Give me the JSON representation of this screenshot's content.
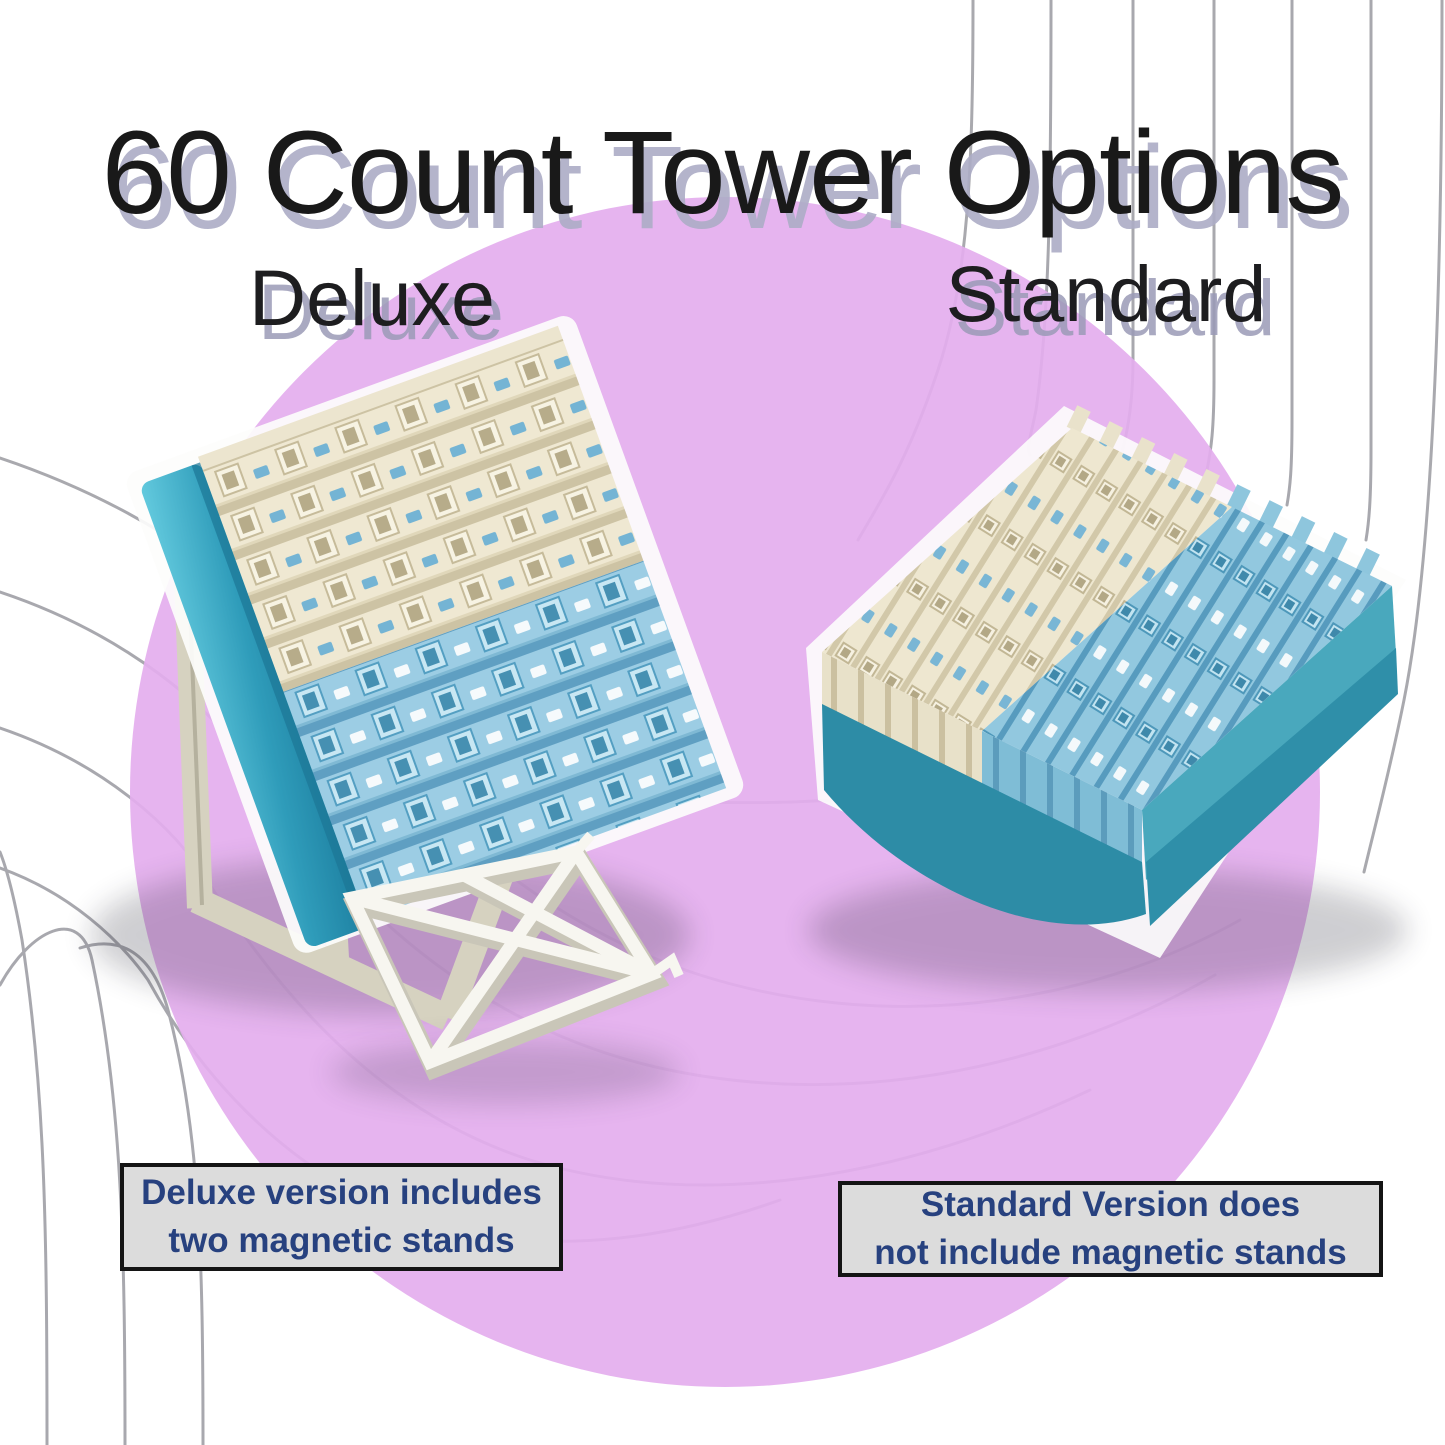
{
  "title": {
    "text": "60 Count Tower Options"
  },
  "products": [
    {
      "id": "deluxe",
      "label": "Deluxe",
      "note": "Deluxe version includes two magnetic stands",
      "note_lines": [
        "Deluxe version includes",
        "two magnetic stands"
      ]
    },
    {
      "id": "standard",
      "label": "Standard",
      "note": "Standard Version does not include magnetic stands",
      "note_lines": [
        "Standard Version does",
        "not include magnetic stands"
      ]
    }
  ],
  "images": [
    {
      "name": "deluxe-tower-photo",
      "description": "Tilted 60-count tray tower with cream and blue trays in a teal frame resting on a magnetic stand"
    },
    {
      "name": "standard-tower-photo",
      "description": "Flat 60-count tray tower in a teal base, cream trays on the left half and blue trays on the right half"
    },
    {
      "name": "magnetic-stand-photo",
      "description": "White triangulated magnetic stand frame"
    }
  ],
  "colors": {
    "background": "#ffffff",
    "circle": "#e7b6f0",
    "decor_line": "#9a9aa0",
    "title_text": "#191919",
    "echo_text": "#b4b4c9",
    "note_text": "#27417f",
    "note_bg": "#dcdcdc",
    "note_border": "#141414",
    "teal_frame": "#2f96b2",
    "cream_tray": "#efe8d2",
    "blue_tray": "#9ccde4",
    "stand_white": "#f7f6f0",
    "stand_beige": "#d6d2c0"
  }
}
